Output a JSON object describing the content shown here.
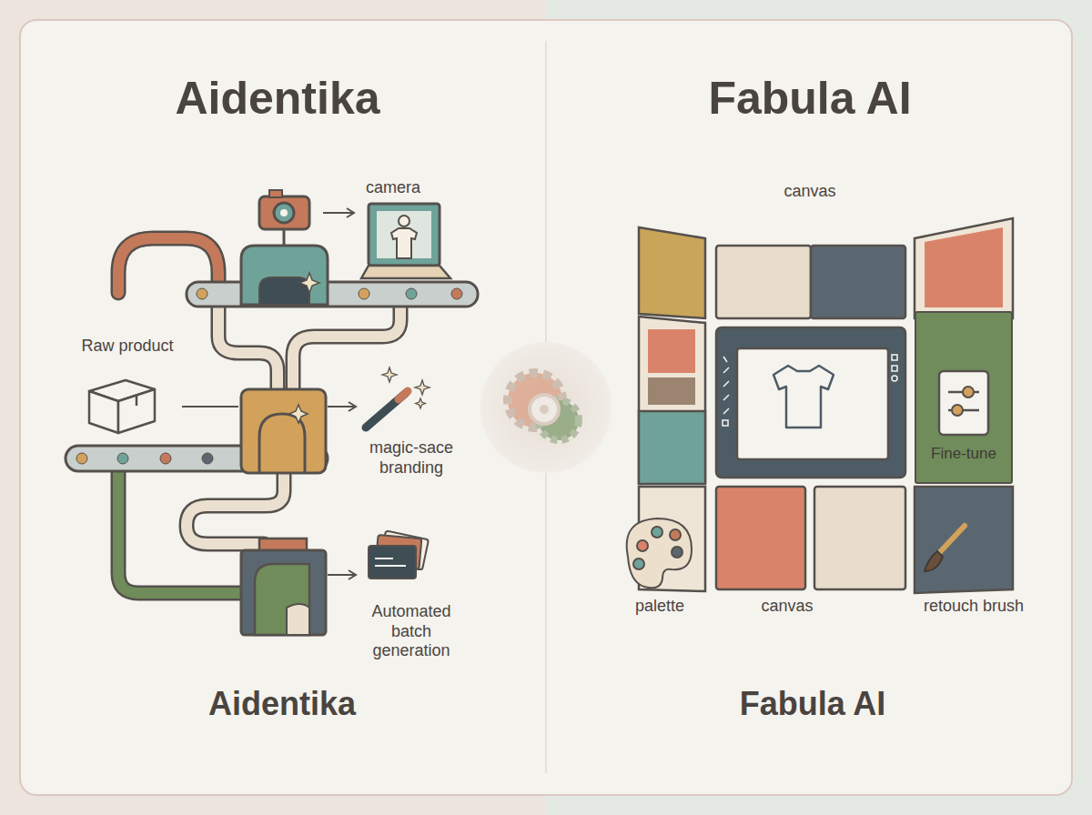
{
  "diagram": {
    "nodes": [
      {
        "text": [
          "Fine-tune"
        ]
      }
    ],
    "labels": [
      "Aidentika",
      "Fabula AI",
      "camera",
      "Raw product",
      "magic-sace branding",
      "Automated batch generation",
      "canvas",
      "palette",
      "canvas",
      "retouch brush",
      "Aidentika",
      "Fabula AI"
    ]
  }
}
